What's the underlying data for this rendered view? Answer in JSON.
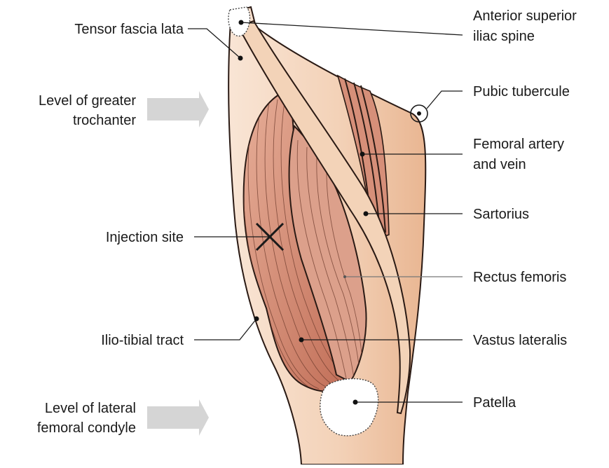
{
  "labels": {
    "tensor_fascia_lata": "Tensor fascia lata",
    "level_greater_trochanter_1": "Level of greater",
    "level_greater_trochanter_2": "trochanter",
    "injection_site": "Injection site",
    "ilio_tibial_tract": "Ilio-tibial tract",
    "level_lateral_condyle_1": "Level of lateral",
    "level_lateral_condyle_2": "femoral condyle",
    "asis_1": "Anterior superior",
    "asis_2": "iliac spine",
    "pubic_tubercule": "Pubic tubercule",
    "femoral_vessels_1": "Femoral artery",
    "femoral_vessels_2": "and vein",
    "sartorius": "Sartorius",
    "rectus_femoris": "Rectus femoris",
    "vastus_lateralis": "Vastus lateralis",
    "patella": "Patella"
  },
  "colors": {
    "skin_light": "#f7e1d0",
    "skin_mid": "#eebf9e",
    "muscle_light": "#e3a58e",
    "muscle_dark": "#c7745c",
    "sartorius_band": "#f3d3b8",
    "arrow_grey": "#d5d5d5",
    "outline": "#2a1a14"
  },
  "icons": {
    "injection_marker": "x-cross-icon",
    "level_arrow": "right-arrow-icon"
  }
}
